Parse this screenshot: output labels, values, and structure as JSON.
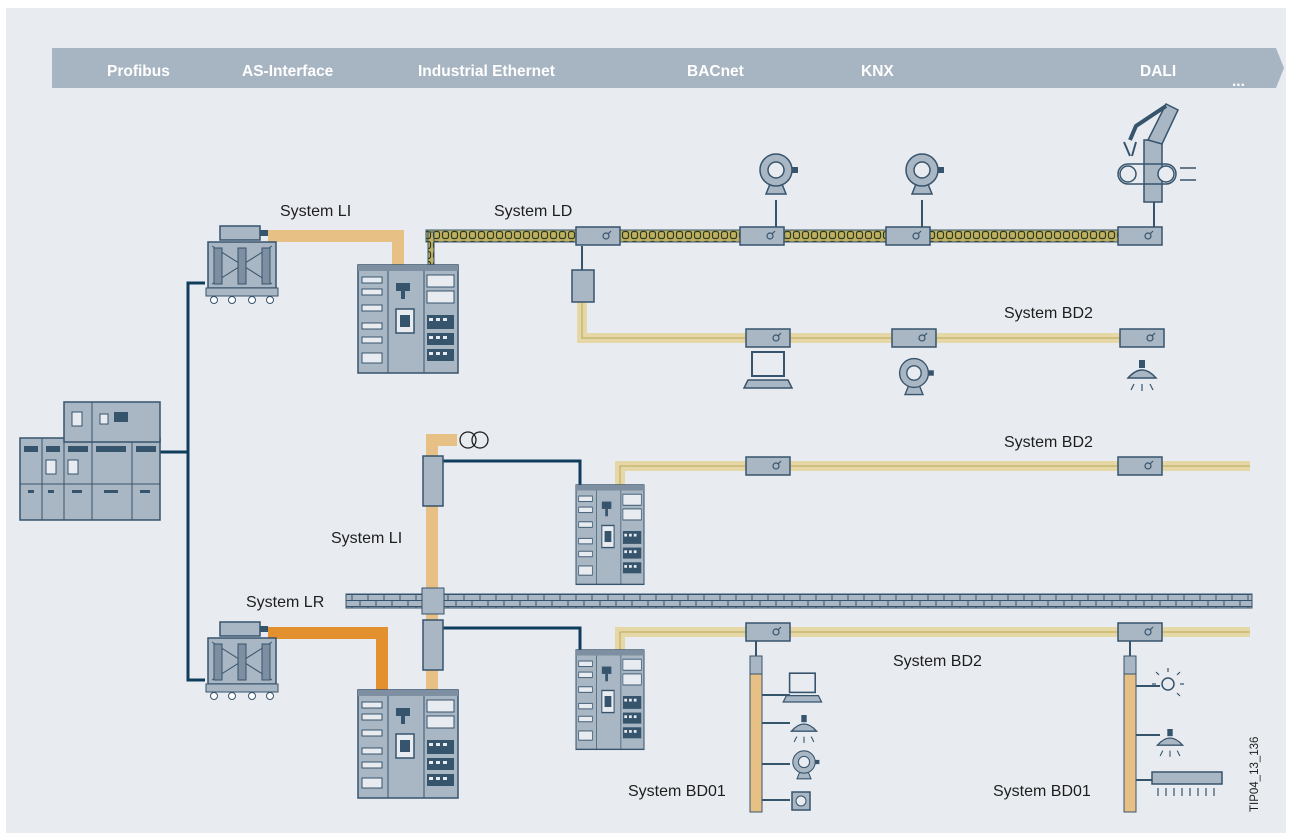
{
  "bus_band": {
    "protocols": [
      "Profibus",
      "AS-Interface",
      "Industrial Ethernet",
      "BACnet",
      "KNX",
      "DALI"
    ],
    "more": "..."
  },
  "labels": {
    "system_li_top": "System LI",
    "system_ld": "System LD",
    "system_bd2_top": "System BD2",
    "system_bd2_mid": "System BD2",
    "system_li_mid": "System LI",
    "system_lr": "System LR",
    "system_bd2_bottom": "System BD2",
    "system_bd01_left": "System BD01",
    "system_bd01_right": "System BD01"
  },
  "figure_code": "TIP04_13_136",
  "colors": {
    "background": "#e8ecf0",
    "band": "#a7b4c1",
    "cable": "#0f3d5c",
    "busway_li": "#e7c085",
    "busway_lr": "#e3902e",
    "busway_bd": "#e6d8a6",
    "busway_ld": "#b8a75a",
    "equipment": "#a9b6c3",
    "equipment_dark": "#37546d"
  },
  "icons": [
    "transformer-icon",
    "switchboard-icon",
    "motor-icon",
    "robot-arm-icon",
    "computer-icon",
    "ceiling-lamp-icon",
    "bulb-icon",
    "socket-icon",
    "tap-off-unit-icon",
    "transformer-symbol-icon"
  ]
}
